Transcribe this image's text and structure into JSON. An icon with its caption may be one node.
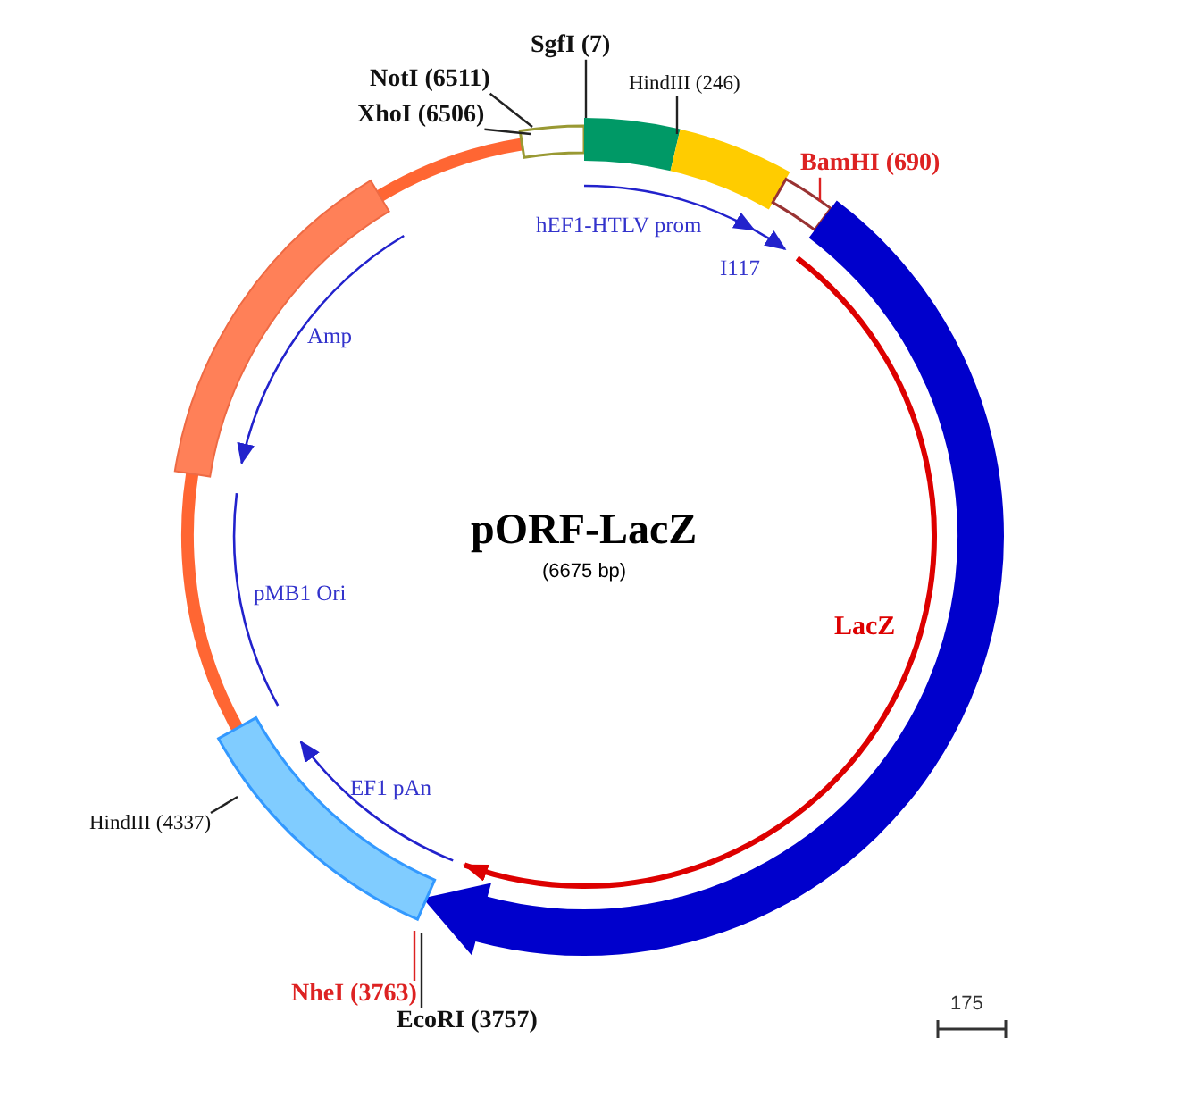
{
  "diagram": {
    "title": "pORF-LacZ",
    "nodes": [
      {
        "text": [
          "SgfI (7)"
        ]
      },
      {
        "text": [
          "NotI (6511)"
        ]
      },
      {
        "text": [
          "HindIII (246)"
        ]
      },
      {
        "text": [
          "XhoI (6506)"
        ]
      },
      {
        "text": [
          "BamHI (690)"
        ]
      },
      {
        "text": [
          "HindIII (4337)"
        ]
      },
      {
        "text": [
          "NheI (3763)"
        ]
      },
      {
        "text": [
          "EcoRI (3757)"
        ]
      },
      {
        "text": [],
        "shape": "bar"
      }
    ],
    "edges": [
      {
        "from": 0,
        "to": null,
        "arrow": "none"
      },
      {
        "from": 1,
        "to": null,
        "arrow": "none"
      },
      {
        "from": 2,
        "to": null,
        "arrow": "none"
      },
      {
        "from": 3,
        "to": null,
        "arrow": "none"
      },
      {
        "from": 4,
        "to": null,
        "arrow": "none",
        "color": "#dd2222"
      },
      {
        "from": 5,
        "to": 8,
        "arrow": "none"
      },
      {
        "from": 6,
        "to": 8,
        "arrow": "none",
        "color": "#dd2222"
      },
      {
        "from": 7,
        "to": 8,
        "arrow": "none"
      }
    ],
    "labels": [
      "hEF1-HTLV prom",
      "I117",
      "Amp",
      "pMB1 Ori",
      "LacZ",
      "(6675 bp)",
      "EF1 pAn",
      "175"
    ]
  }
}
